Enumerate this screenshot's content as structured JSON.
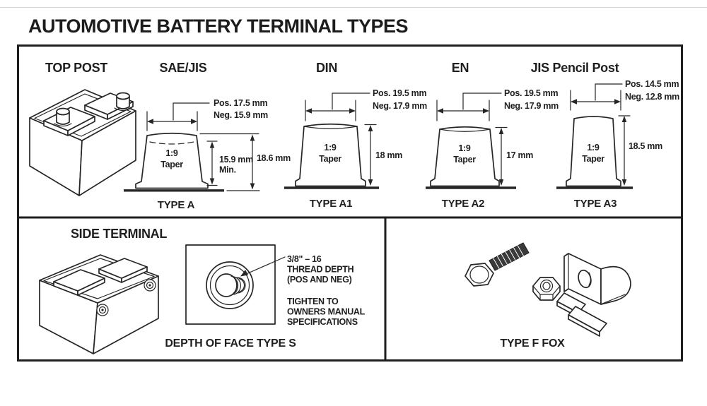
{
  "title": "AUTOMOTIVE BATTERY TERMINAL TYPES",
  "colors": {
    "line": "#262626",
    "text": "#1f1f1f",
    "background": "#ffffff"
  },
  "top_row": {
    "top_post": {
      "label": "TOP POST"
    },
    "terminals": [
      {
        "name": "SAE/JIS",
        "pos": "Pos. 17.5 mm",
        "neg": "Neg. 15.9 mm",
        "taper_line1": "1:9",
        "taper_line2": "Taper",
        "min_height_line1": "15.9 mm",
        "min_height_line2": "Min.",
        "height": "18.6 mm",
        "type": "TYPE A"
      },
      {
        "name": "DIN",
        "pos": "Pos. 19.5 mm",
        "neg": "Neg. 17.9 mm",
        "taper_line1": "1:9",
        "taper_line2": "Taper",
        "height": "18 mm",
        "type": "TYPE A1"
      },
      {
        "name": "EN",
        "pos": "Pos. 19.5 mm",
        "neg": "Neg. 17.9 mm",
        "taper_line1": "1:9",
        "taper_line2": "Taper",
        "height": "17 mm",
        "type": "TYPE A2"
      },
      {
        "name": "JIS Pencil Post",
        "pos": "Pos. 14.5 mm",
        "neg": "Neg. 12.8 mm",
        "taper_line1": "1:9",
        "taper_line2": "Taper",
        "height": "18.5 mm",
        "type": "TYPE A3"
      }
    ]
  },
  "bottom_row": {
    "side_terminal": {
      "label": "SIDE TERMINAL",
      "thread_spec_line1": "3/8\" – 16",
      "thread_spec_line2": "THREAD DEPTH",
      "thread_spec_line3": "(POS AND NEG)",
      "tighten_line1": "TIGHTEN TO",
      "tighten_line2": "OWNERS MANUAL",
      "tighten_line3": "SPECIFICATIONS",
      "caption": "DEPTH OF FACE TYPE S"
    },
    "type_f": {
      "caption": "TYPE F FOX"
    }
  }
}
